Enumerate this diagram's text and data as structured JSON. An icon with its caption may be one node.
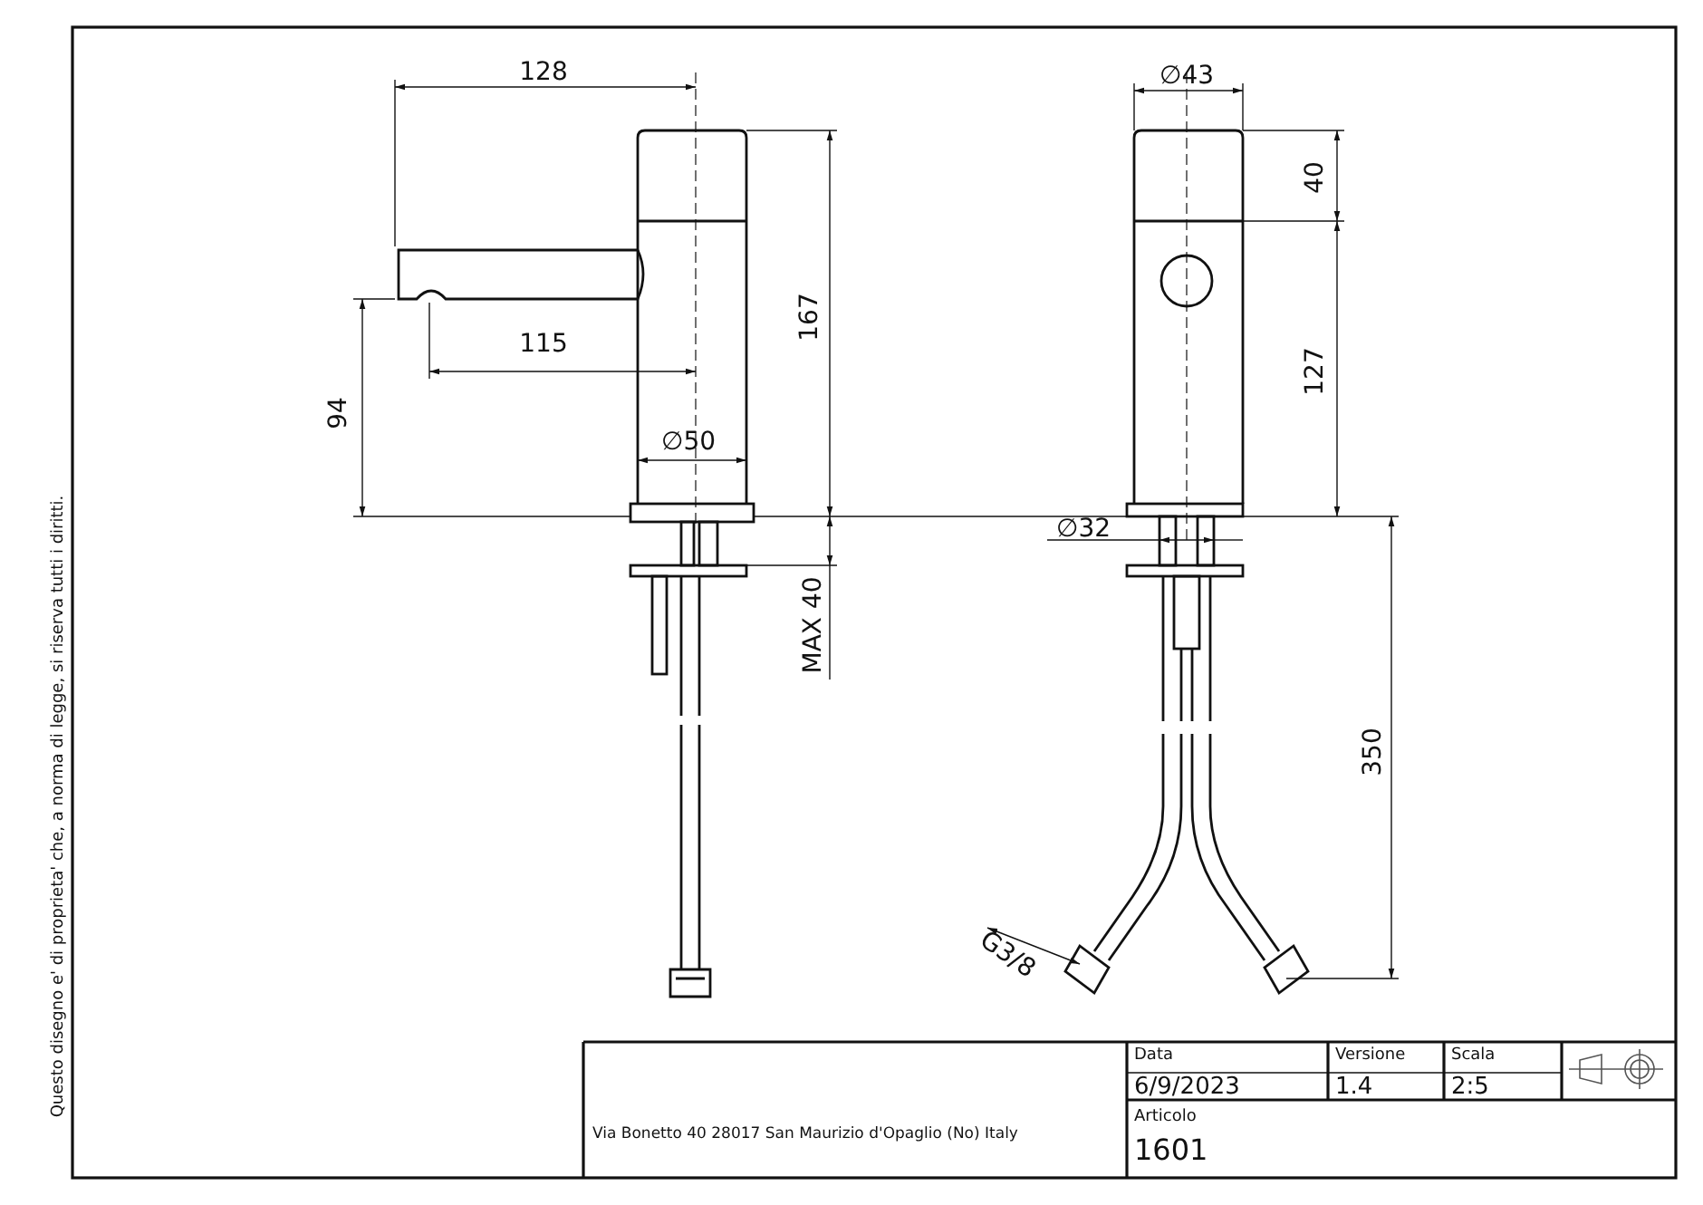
{
  "diagram": {
    "labels": [
      "Questo disegno e' di proprieta' che, a norma di legge, si riserva tutti i diritti.",
      "128",
      "115",
      "94",
      "167",
      "∅50",
      "MAX 40",
      "∅43",
      "40",
      "127",
      "∅32",
      "350",
      "G3/8",
      "Via Bonetto 40  28017 San Maurizio d'Opaglio (No) Italy",
      "Data",
      "Versione",
      "Scala",
      "6/9/2023",
      "1.4",
      "2:5",
      "Articolo",
      "1601"
    ]
  }
}
